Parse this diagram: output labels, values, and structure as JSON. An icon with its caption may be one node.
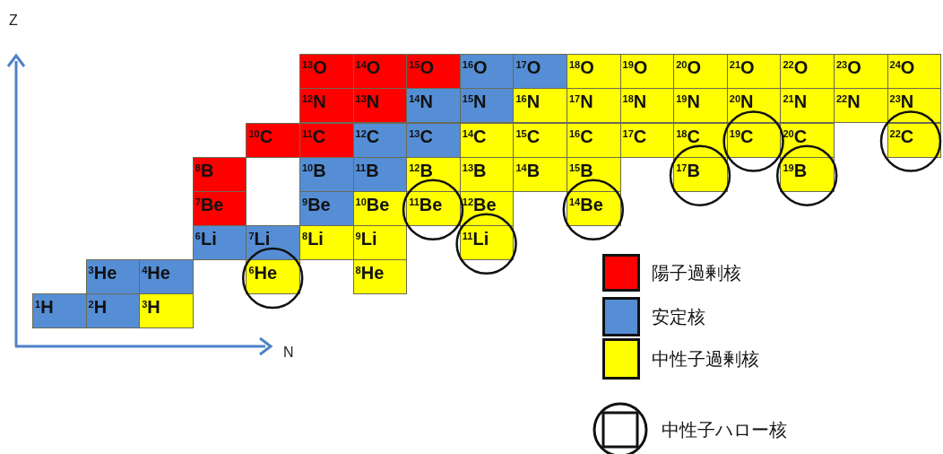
{
  "diagram": {
    "nodes": [
      {
        "text": [
          "$^{13}$O"
        ]
      },
      {
        "text": [
          "$^{14}$O"
        ]
      },
      {
        "text": [
          "$^{15}$O"
        ]
      },
      {
        "text": [
          "$^{16}$O"
        ]
      },
      {
        "text": [
          "$^{17}$O"
        ]
      },
      {
        "text": [
          "$^{18}$O"
        ]
      },
      {
        "text": [
          "$^{19}$O"
        ]
      },
      {
        "text": [
          "$^{20}$O"
        ]
      },
      {
        "text": [
          "$^{21}$O"
        ]
      },
      {
        "text": [
          "$^{22}$O"
        ]
      },
      {
        "text": [
          "$^{23}$O"
        ]
      },
      {
        "text": [
          "$^{24}$O"
        ]
      },
      {
        "text": [
          "$^{12}$N"
        ]
      },
      {
        "text": [
          "$^{13}$N"
        ]
      },
      {
        "text": [
          "$^{14}$N"
        ]
      },
      {
        "text": [
          "$^{15}$N"
        ]
      },
      {
        "text": [
          "$^{16}$N"
        ]
      },
      {
        "text": [
          "$^{17}$N"
        ]
      },
      {
        "text": [
          "$^{18}$N"
        ]
      },
      {
        "text": [
          "$^{19}$N"
        ]
      },
      {
        "text": [
          "$^{20}$N"
        ]
      },
      {
        "text": [
          "$^{21}$N"
        ]
      },
      {
        "text": [
          "$^{22}$N"
        ]
      },
      {
        "text": [
          "$^{23}$N"
        ]
      },
      {
        "text": [
          "$^{10}$C"
        ]
      },
      {
        "text": [
          "$^{11}$C"
        ]
      },
      {
        "text": [
          "$^{12}$C"
        ]
      },
      {
        "text": [
          "$^{13}$C"
        ]
      },
      {
        "text": [
          "$^{14}$C"
        ]
      },
      {
        "text": [
          "$^{15}$C"
        ]
      },
      {
        "text": [
          "$^{16}$C"
        ]
      },
      {
        "text": [
          "$^{17}$C"
        ]
      },
      {
        "text": [
          "$^{18}$C"
        ]
      },
      {
        "text": [
          "$^{19}$C"
        ]
      },
      {
        "text": [
          "$^{20}$C"
        ]
      },
      {
        "text": [
          "$^{22}$C"
        ]
      },
      {
        "text": [
          "$^{8}$B"
        ]
      },
      {
        "text": [
          "$^{10}$B"
        ]
      },
      {
        "text": [
          "$^{11}$B"
        ]
      },
      {
        "text": [
          "$^{12}$B"
        ]
      },
      {
        "text": [
          "$^{13}$B"
        ]
      },
      {
        "text": [
          "$^{14}$B"
        ]
      },
      {
        "text": [
          "$^{15}$B"
        ]
      },
      {
        "text": [
          "$^{17}$B"
        ]
      },
      {
        "text": [
          "$^{19}$B"
        ]
      },
      {
        "text": [
          "$^{7}$Be"
        ]
      },
      {
        "text": [
          "$^{9}$Be"
        ]
      },
      {
        "text": [
          "$^{10}$Be"
        ]
      },
      {
        "text": [
          "$^{11}$Be"
        ]
      },
      {
        "text": [
          "$^{12}$Be"
        ]
      },
      {
        "text": [
          "$^{14}$Be"
        ]
      },
      {
        "text": [
          "$^{6}$Li"
        ]
      },
      {
        "text": [
          "$^{7}$Li"
        ]
      },
      {
        "text": [
          "$^{8}$Li"
        ]
      },
      {
        "text": [
          "$^{9}$Li"
        ]
      },
      {
        "text": [
          "$^{11}$Li"
        ]
      },
      {
        "text": [
          "$^{3}$He"
        ]
      },
      {
        "text": [
          "$^{4}$He"
        ]
      },
      {
        "text": [
          "$^{6}$He"
        ]
      },
      {
        "text": [
          "$^{8}$He"
        ]
      },
      {
        "text": [
          "$^{1}$H"
        ]
      },
      {
        "text": [
          "$^{2}$H"
        ]
      },
      {
        "text": [
          "$^{3}$H"
        ]
      }
    ],
    "labels": [
      "Z",
      "N"
    ],
    "legend": [
      {
        "text": "陽子過剰核",
        "color": "#ff0000"
      },
      {
        "text": "安定核",
        "color": "#558ed5"
      },
      {
        "text": "中性子過剰核",
        "color": "#ffff00"
      },
      {
        "text": "中性子ハロー核"
      }
    ]
  }
}
